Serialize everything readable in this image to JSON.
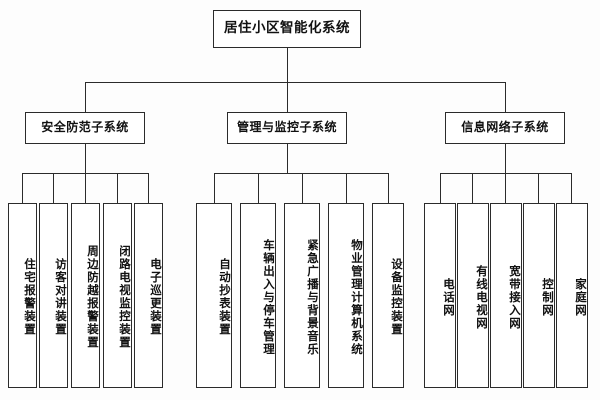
{
  "diagram": {
    "type": "tree",
    "title": "居住小区智能化系统",
    "orientation": "top-down",
    "colors": {
      "background": "#fdfdfd",
      "box_fill": "#ffffff",
      "line": "#2b2b2b",
      "text": "#111111"
    },
    "root": {
      "label": "居住小区智能化系统"
    },
    "branches": [
      {
        "label": "安全防范子系统",
        "leaves": [
          {
            "label": "住宅报警装置"
          },
          {
            "label": "访客对讲装置"
          },
          {
            "label": "周边防越报警装置"
          },
          {
            "label": "闭路电视监控装置"
          },
          {
            "label": "电子巡更装置"
          }
        ]
      },
      {
        "label": "管理与监控子系统",
        "leaves": [
          {
            "label": "自动抄表装置"
          },
          {
            "label": "车辆出入与停车管理"
          },
          {
            "label": "紧急广播与背景音乐"
          },
          {
            "label": "物业管理计算机系统"
          },
          {
            "label": "设备监控装置"
          }
        ]
      },
      {
        "label": "信息网络子系统",
        "leaves": [
          {
            "label": "电话网"
          },
          {
            "label": "有线电视网"
          },
          {
            "label": "宽带接入网"
          },
          {
            "label": "控制网"
          },
          {
            "label": "家庭网"
          }
        ]
      }
    ]
  }
}
